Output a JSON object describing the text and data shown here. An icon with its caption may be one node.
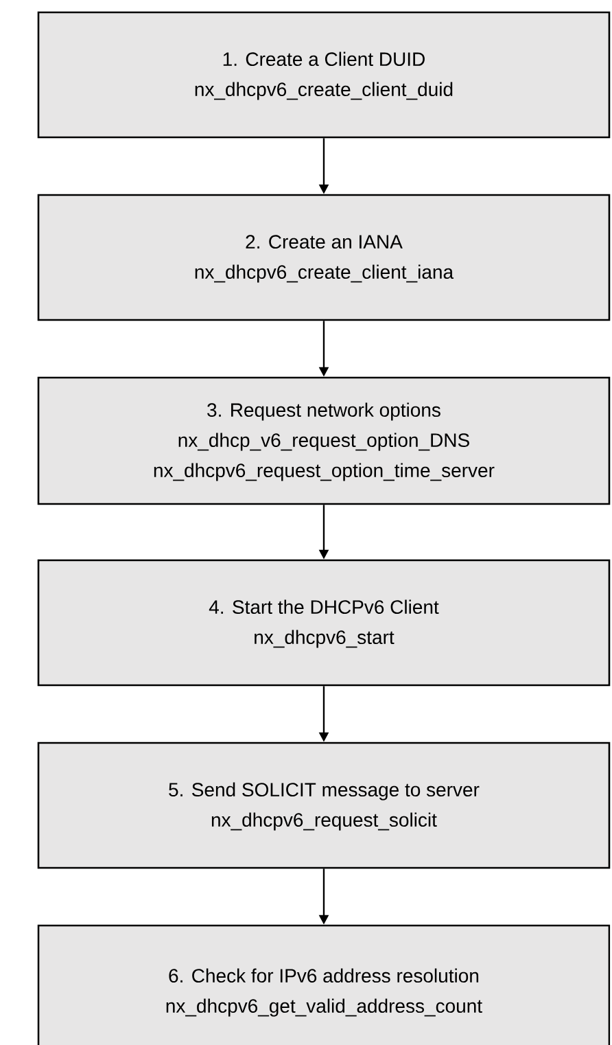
{
  "diagram": {
    "nodes": [
      {
        "text": [
          "1.  Create a Client DUID",
          "nx_dhcpv6_create_client_duid"
        ]
      },
      {
        "text": [
          "2.  Create an IANA",
          "nx_dhcpv6_create_client_iana"
        ]
      },
      {
        "text": [
          "3.  Request network options",
          "nx_dhcp_v6_request_option_DNS",
          "nx_dhcpv6_request_option_time_server"
        ]
      },
      {
        "text": [
          "4.  Start the DHCPv6 Client",
          "nx_dhcpv6_start"
        ]
      },
      {
        "text": [
          "5.  Send SOLICIT message to server",
          "nx_dhcpv6_request_solicit"
        ]
      },
      {
        "text": [
          "6.  Check for IPv6 address resolution",
          "nx_dhcpv6_get_valid_address_count"
        ]
      }
    ],
    "edges": [
      {
        "from": 0,
        "to": 1,
        "arrow": "to"
      },
      {
        "from": 1,
        "to": 2,
        "arrow": "to"
      },
      {
        "from": 2,
        "to": 3,
        "arrow": "to"
      },
      {
        "from": 3,
        "to": 4,
        "arrow": "to"
      },
      {
        "from": 4,
        "to": 5,
        "arrow": "to"
      }
    ]
  }
}
